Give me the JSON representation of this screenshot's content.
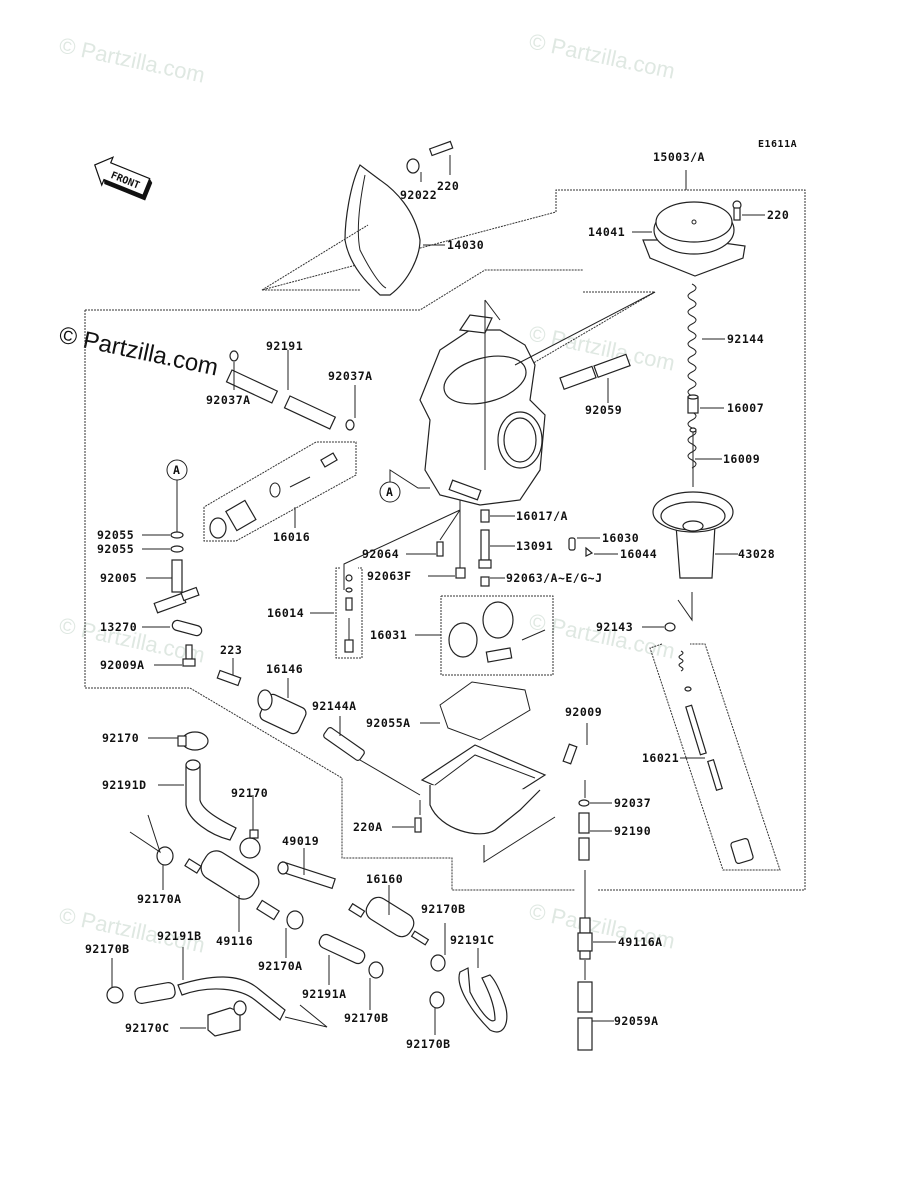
{
  "diagram": {
    "figure_code": "E1611A",
    "front_indicator": "FRONT",
    "watermark": "© Partzilla.com",
    "ref_marker": "A",
    "labels": {
      "p220_top": "220",
      "p92022": "92022",
      "p14030": "14030",
      "p15003": "15003/A",
      "p220_right": "220",
      "p14041": "14041",
      "p92144": "92144",
      "p16007": "16007",
      "p16009": "16009",
      "p92191": "92191",
      "p92037A_left": "92037A",
      "p92037A_right": "92037A",
      "p92059": "92059",
      "p16016": "16016",
      "p92055_1": "92055",
      "p92055_2": "92055",
      "p92005": "92005",
      "p13270": "13270",
      "p92009A": "92009A",
      "p223": "223",
      "p16017": "16017/A",
      "p13091": "13091",
      "p16030": "16030",
      "p16044": "16044",
      "p43028": "43028",
      "p92064": "92064",
      "p92063F": "92063F",
      "p92063": "92063/A~E/G~J",
      "p16014": "16014",
      "p16031": "16031",
      "p92143": "92143",
      "p16146": "16146",
      "p92144A": "92144A",
      "p92055A": "92055A",
      "p92009": "92009",
      "p16021": "16021",
      "p92170_1": "92170",
      "p92191D": "92191D",
      "p92170_2": "92170",
      "p220A": "220A",
      "p92037": "92037",
      "p92190": "92190",
      "p49019": "49019",
      "p92170A_1": "92170A",
      "p16160": "16160",
      "p92170B_1": "92170B",
      "p92191B": "92191B",
      "p49116": "49116",
      "p92191C": "92191C",
      "p49116A": "49116A",
      "p92170B_2": "92170B",
      "p92170A_2": "92170A",
      "p92191A": "92191A",
      "p92170C": "92170C",
      "p92170B_3": "92170B",
      "p92170B_4": "92170B",
      "p92059A": "92059A"
    }
  }
}
